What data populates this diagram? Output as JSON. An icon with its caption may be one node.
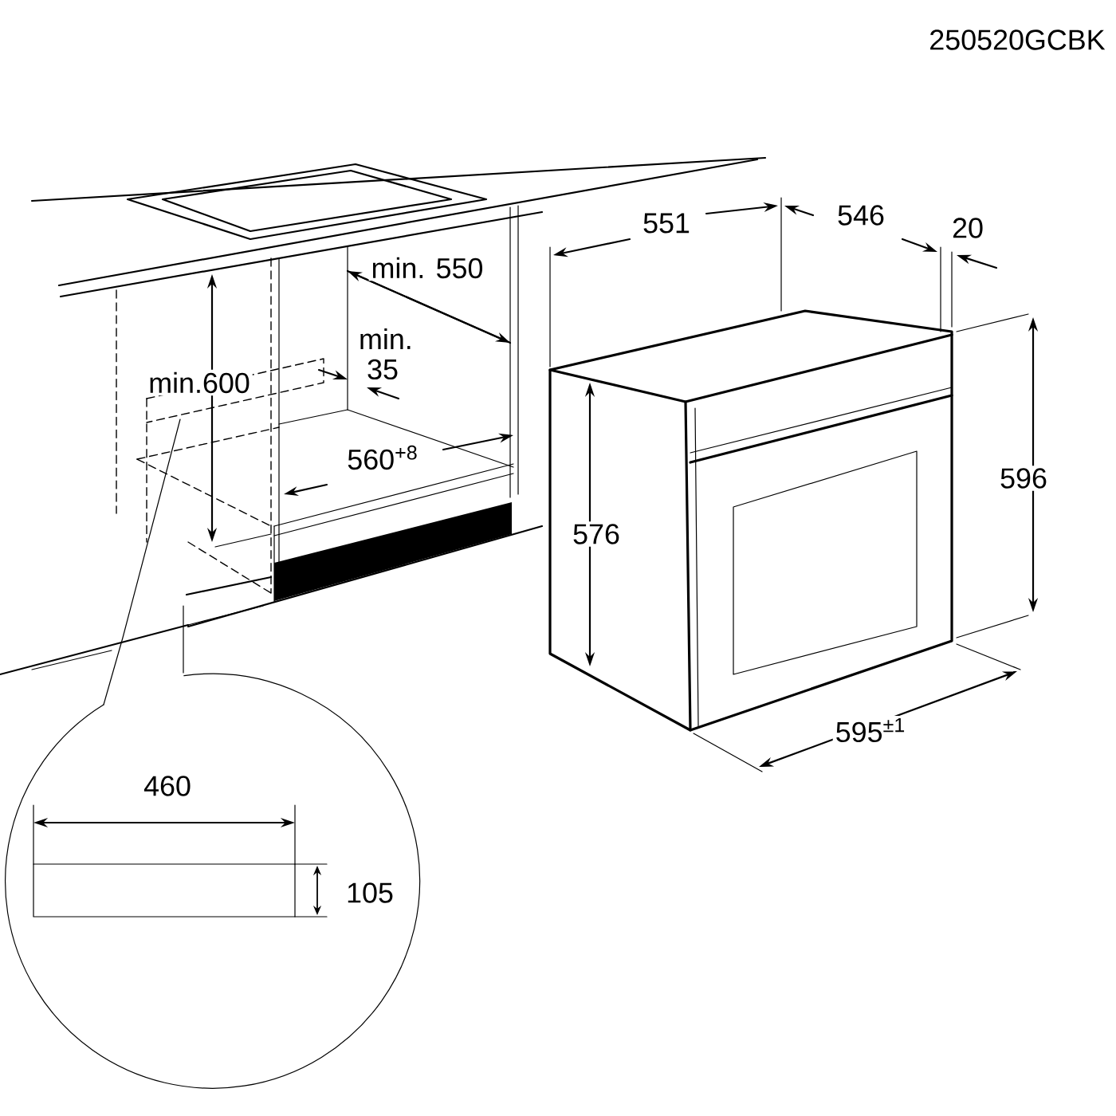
{
  "diagram": {
    "labels": [
      "250520GCBK",
      "551",
      "546",
      "20",
      "min. 550",
      "min. 35",
      "min.600",
      "560$^{+8}$",
      "596",
      "576",
      "595$^{±1}$",
      "460",
      "105"
    ]
  }
}
